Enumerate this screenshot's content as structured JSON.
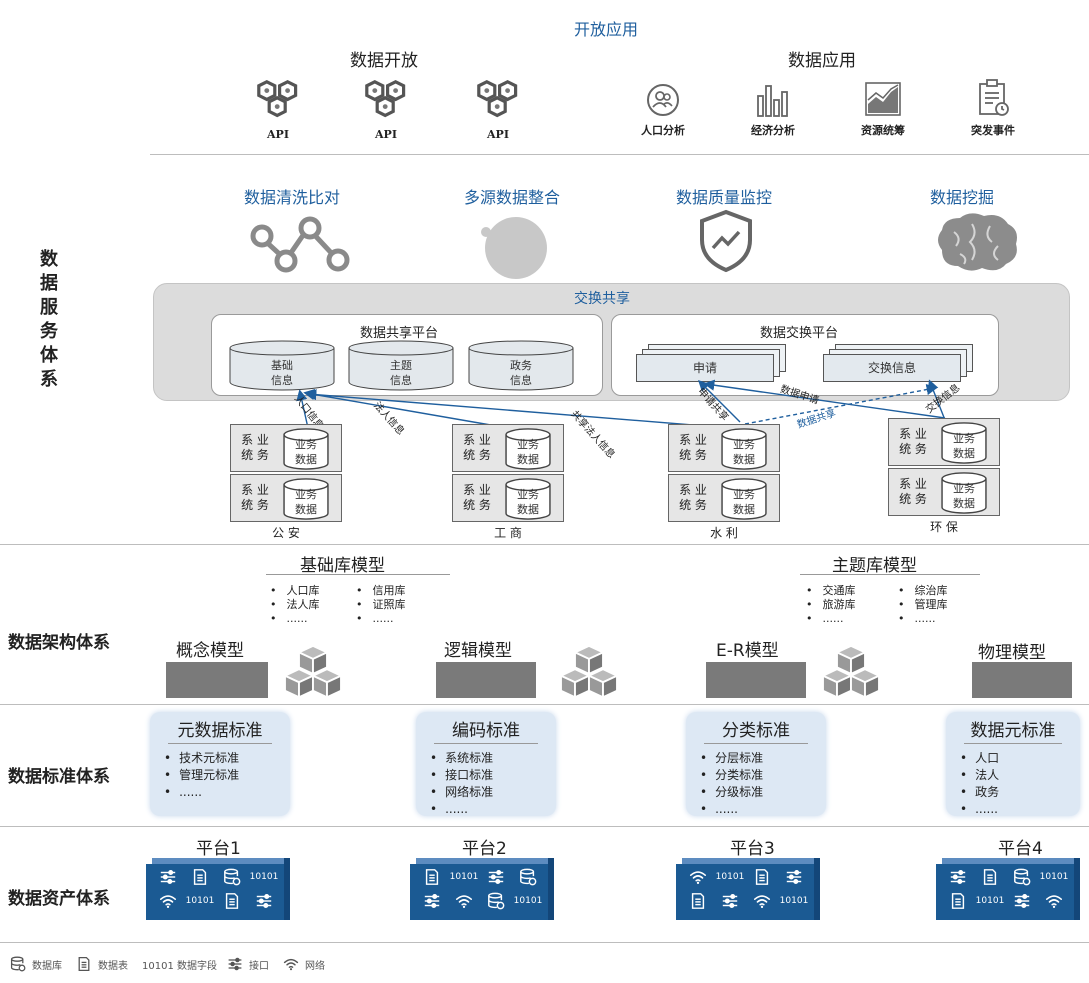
{
  "open_app": {
    "title": "开放应用",
    "data_open": {
      "title": "数据开放",
      "apis": [
        "API",
        "API",
        "API"
      ]
    },
    "data_app": {
      "title": "数据应用",
      "items": [
        "人口分析",
        "经济分析",
        "资源统筹",
        "突发事件"
      ]
    }
  },
  "service_system": {
    "label": [
      "数",
      "据",
      "服",
      "务",
      "体",
      "系"
    ],
    "capabilities": [
      "数据清洗比对",
      "多源数据整合",
      "数据质量监控",
      "数据挖掘"
    ],
    "exchange": {
      "title": "交换共享",
      "share_platform": {
        "title": "数据共享平台",
        "dbs": [
          [
            "基础",
            "信息"
          ],
          [
            "主题",
            "信息"
          ],
          [
            "政务",
            "信息"
          ]
        ]
      },
      "exchange_platform": {
        "title": "数据交换平台",
        "items": [
          "申请",
          "交换信息"
        ]
      }
    },
    "flows": [
      "人口信息",
      "法人信息",
      "共享法人信息",
      "申请共享",
      "数据申请",
      "数据共享",
      "交换信息"
    ],
    "departments": [
      {
        "name": "公 安",
        "row_label": [
          "业",
          "务",
          "系",
          "统"
        ],
        "db": [
          "业务",
          "数据"
        ]
      },
      {
        "name": "工 商",
        "row_label": [
          "业",
          "务",
          "系",
          "统"
        ],
        "db": [
          "业务",
          "数据"
        ]
      },
      {
        "name": "水 利",
        "row_label": [
          "业",
          "务",
          "系",
          "统"
        ],
        "db": [
          "业务",
          "数据"
        ]
      },
      {
        "name": "环 保",
        "row_label": [
          "业",
          "务",
          "系",
          "统"
        ],
        "db": [
          "业务",
          "数据"
        ]
      }
    ]
  },
  "architecture": {
    "label": "数据架构体系",
    "base_model": {
      "title": "基础库模型",
      "col1": [
        "人口库",
        "法人库",
        "......"
      ],
      "col2": [
        "信用库",
        "证照库",
        "......"
      ]
    },
    "theme_model": {
      "title": "主题库模型",
      "col1": [
        "交通库",
        "旅游库",
        "......"
      ],
      "col2": [
        "综治库",
        "管理库",
        "......"
      ]
    },
    "models": [
      "概念模型",
      "逻辑模型",
      "E-R模型",
      "物理模型"
    ]
  },
  "standards": {
    "label": "数据标准体系",
    "items": [
      {
        "title": "元数据标准",
        "list": [
          "技术元标准",
          "管理元标准",
          "......"
        ]
      },
      {
        "title": "编码标准",
        "list": [
          "系统标准",
          "接口标准",
          "网络标准",
          "......"
        ]
      },
      {
        "title": "分类标准",
        "list": [
          "分层标准",
          "分类标准",
          "分级标准",
          "......"
        ]
      },
      {
        "title": "数据元标准",
        "list": [
          "人口",
          "法人",
          "政务",
          "......"
        ]
      }
    ]
  },
  "assets": {
    "label": "数据资产体系",
    "platforms": [
      "平台1",
      "平台2",
      "平台3",
      "平台4"
    ],
    "field_text": "10101"
  },
  "legend": [
    {
      "icon": "database-icon",
      "label": "数据库"
    },
    {
      "icon": "table-icon",
      "label": "数据表"
    },
    {
      "icon": "field-icon",
      "label": "10101 数据字段"
    },
    {
      "icon": "interface-icon",
      "label": "接口"
    },
    {
      "icon": "network-icon",
      "label": "网络"
    }
  ],
  "colors": {
    "accent_blue": "#1f5f9e",
    "platform_blue": "#1b5a93",
    "standard_bg": "#dde8f4",
    "model_gray": "#7a7a7a"
  }
}
